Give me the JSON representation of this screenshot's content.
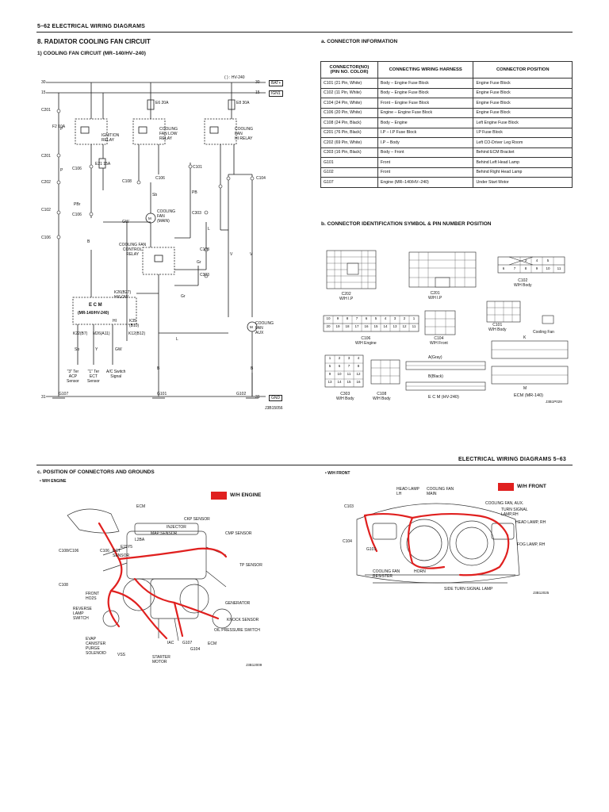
{
  "page_top": {
    "header": "5–62   ELECTRICAL WIRING DIAGRAMS"
  },
  "left_top": {
    "section_title": "8. RADIATOR COOLING FAN CIRCUIT",
    "subtitle": "1) COOLING FAN CIRCUIT (MR–140/HV–240)",
    "figure_code": "J3B15056"
  },
  "circuit": {
    "hv_note": "( ) : HV-240",
    "rail_30": "30",
    "rail_15": "15",
    "rail_31": "31",
    "bat": "BAT+",
    "ign": "IGN1",
    "gnd": "GND",
    "fuses": {
      "ef2": "F2\n10A",
      "e6": "E6\n20A",
      "e8": "E8\n30A",
      "ef21": "E21\n15A"
    },
    "relays": {
      "ignition": "IGNITION\nRELAY",
      "fan_low": "COOLING\nFAN LOW\nRELAY",
      "fan_hi": "COOLING\nFAN\nHI RELAY",
      "fan_control": "COOLING FAN\nCONTROL\nRELAY"
    },
    "motors": {
      "main": "COOLING\nFAN\n(MAIN)",
      "aux": "COOLING\nFAN\nAUX"
    },
    "ecm": {
      "name": "E C M",
      "variant": "(MR-140/HV-240)",
      "pins": "K26(B27)\nHI/LOW",
      "k35": "K35\n(B10)",
      "k12": "K12(B12)",
      "hi": "HI",
      "m22": "K22(B7)",
      "m26": "M26(A11)"
    },
    "sensors": [
      "\"3\" Ter\nACP\nSensor",
      "\"1\" Ter\nECT\nSensor",
      "A/C Switch\nSignal"
    ],
    "wire_colors": [
      "P",
      "P",
      "PBr",
      "B",
      "GW",
      "Sb",
      "PB",
      "L",
      "L",
      "Gr",
      "Gr",
      "V",
      "V",
      "B",
      "B",
      "Y",
      "Sb",
      "GW"
    ],
    "connectors": [
      "C201",
      "C201",
      "C202",
      "C102",
      "C106",
      "C106",
      "C106",
      "C106",
      "C101",
      "C108",
      "C104",
      "C303",
      "C108",
      "C303"
    ],
    "grounds": [
      "G107",
      "G101",
      "G102"
    ]
  },
  "table": {
    "title": "a. CONNECTOR INFORMATION",
    "headers": [
      "CONNECTOR(NO)\n(PIN NO. COLOR)",
      "CONNECTING WIRING HARNESS",
      "CONNECTOR POSITION"
    ],
    "rows": [
      [
        "C101 (21 Pin, White)",
        "Body – Engine Fuse Block",
        "Engine Fuse Block"
      ],
      [
        "C102 (11 Pin, White)",
        "Body – Engine Fuse Block",
        "Engine Fuse Block"
      ],
      [
        "C104 (24 Pin, White)",
        "Front – Engine Fuse Block",
        "Engine Fuse Block"
      ],
      [
        "C106 (20 Pin, White)",
        "Engine – Engine Fuse Block",
        "Engine Fuse Block"
      ],
      [
        "C108 (24 Pin, Black)",
        "Body – Engine",
        "Left Engine Fuse Block"
      ],
      [
        "C201 (76 Pin, Black)",
        "I.P – I.P Fuse Block",
        "I.P Fuse Block"
      ],
      [
        "C202 (69 Pin, White)",
        "I.P – Body",
        "Left CO-Driver Leg Room"
      ],
      [
        "C303 (16 Pin, Black)",
        "Body – Front",
        "Behind ECM Bracket"
      ],
      [
        "G101",
        "Front",
        "Behind Left Head Lamp"
      ],
      [
        "G102",
        "Front",
        "Behind Right Head Lamp"
      ],
      [
        "G107",
        "Engine (MR–140/HV–240)",
        "Under Start Motor"
      ]
    ]
  },
  "connector_id": {
    "title": "b. CONNECTOR IDENTIFICATION SYMBOL & PIN NUMBER POSITION",
    "labels": {
      "c202": "C202\nW/H I.P",
      "c201": "C201\nW/H I.P",
      "c102": "C102\nW/H Body",
      "c106": "C106\nW/H Engine",
      "c104": "C104\nW/H Front",
      "c101": "C101\nW/H Body",
      "cooling_fan": "Cooling Fan",
      "c303": "C303\nW/H Body",
      "c108": "C108\nW/H Body",
      "ecm_hv": "E C M (HV-240)",
      "ecm_mr": "ECM (MR-140)",
      "a_gray": "A(Gray)",
      "b_black": "B(Black)",
      "k": "K",
      "m": "M"
    },
    "c106_pins_top": [
      "10",
      "9",
      "8",
      "7",
      "6",
      "5",
      "4",
      "3",
      "2",
      "1"
    ],
    "c106_pins_bottom": [
      "20",
      "19",
      "18",
      "17",
      "16",
      "15",
      "14",
      "13",
      "12",
      "11"
    ],
    "c102_pins_top": [
      "",
      "",
      "3",
      "4",
      "5"
    ],
    "c102_pins_bottom": [
      "6",
      "7",
      "8",
      "9",
      "10",
      "11"
    ],
    "c303_pins": [
      "1",
      "2",
      "3",
      "4",
      "5",
      "6",
      "7",
      "8",
      "9",
      "10",
      "11",
      "12",
      "13",
      "14",
      "15",
      "16"
    ],
    "figure_code": "J3B1P029"
  },
  "page_bottom": {
    "header": "ELECTRICAL WIRING DIAGRAMS   5–63"
  },
  "position": {
    "title": "c. POSITION OF CONNECTORS AND GROUNDS",
    "engine_bullet": "•   W/H ENGINE",
    "front_bullet": "•   W/H FRONT",
    "engine_legend": "W/H ENGINE",
    "front_legend": "W/H FRONT",
    "engine_labels": [
      "ECM",
      "CKP SENSOR",
      "INJECTOR",
      "MAP SENSOR",
      "CMP SENSOR",
      "L2BA",
      "E15Y5",
      "C108/C106",
      "C106",
      "ECT\nSENSOR",
      "TP SENSOR",
      "C108",
      "FRONT\nHO2S",
      "REVERSE\nLAMP\nSWITCH",
      "GENERATOR",
      "KNOCK SENSOR",
      "OIL PRESSURE SWITCH",
      "EVAP\nCANISTER\nPURGE\nSOLENOID",
      "VSS",
      "IAC",
      "G107",
      "G104",
      "ECM",
      "STARTER\nMOTOR"
    ],
    "engine_code": "J3B12009",
    "front_labels": [
      "HEAD LAMP\nLH",
      "COOLING FAN\nMAIN",
      "C103",
      "COOLING FAN, AUX.",
      "TURN SIGNAL\nLAMP,RH",
      "HEAD LAMP, RH",
      "C104",
      "G101",
      "FOG LAMP, RH",
      "COOLING FAN\nRESISTER",
      "HORN",
      "SIDE TURN SIGNAL LAMP"
    ],
    "front_code": "J3B12025"
  },
  "colors": {
    "accent_red": "#e0201f",
    "line": "#1a1a1a"
  }
}
